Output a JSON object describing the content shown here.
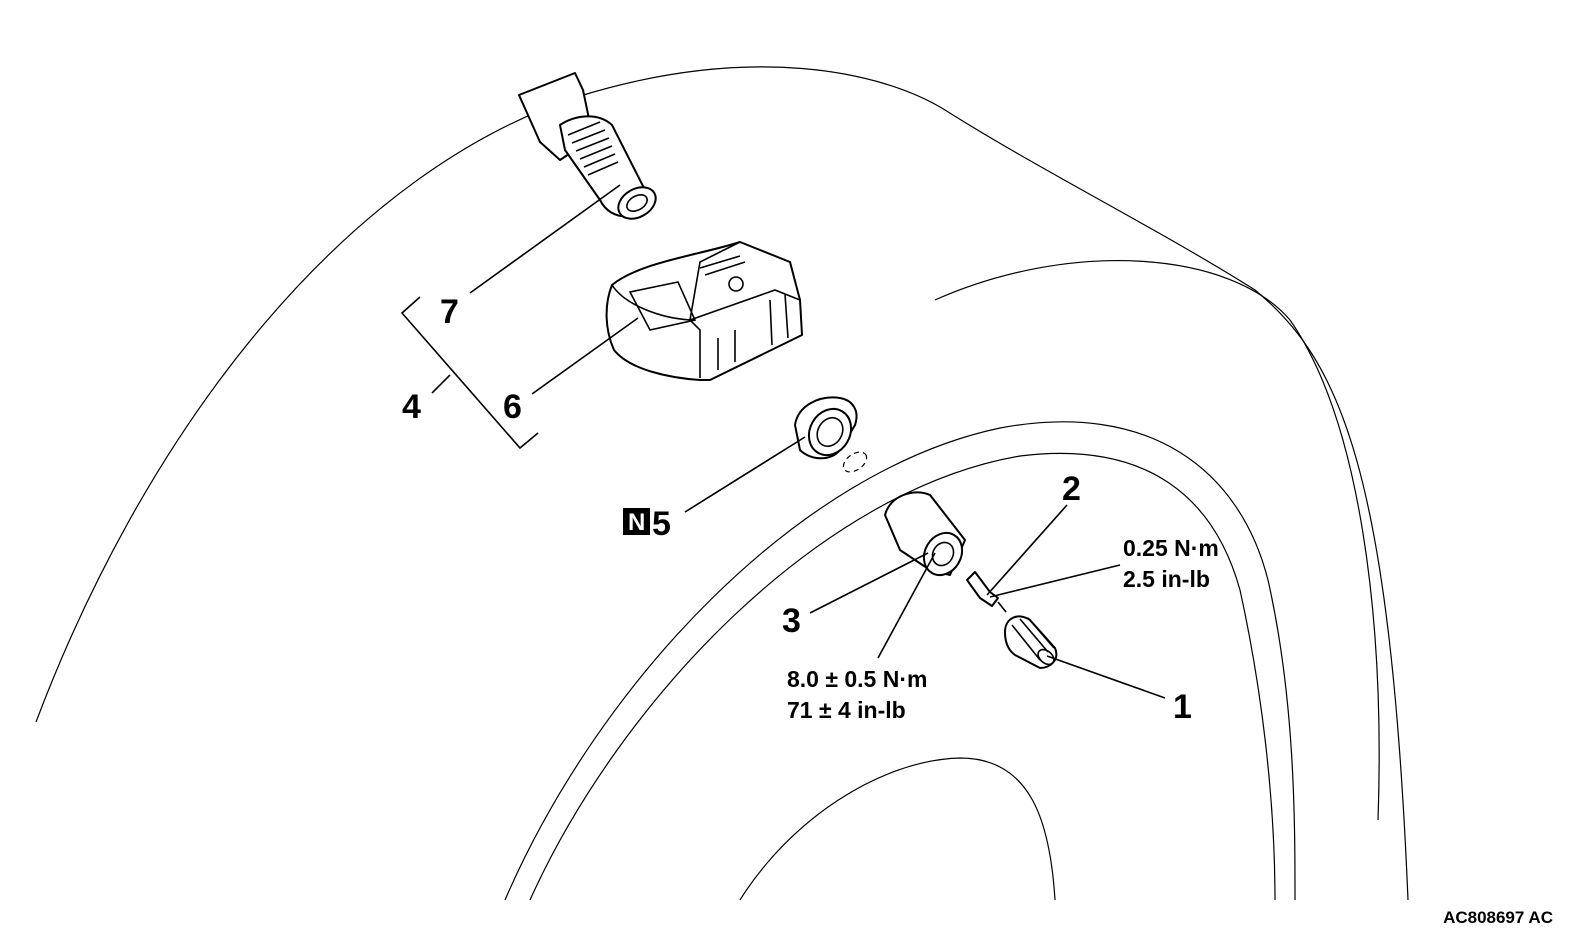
{
  "diagram": {
    "labels": {
      "item1": "1",
      "item2": "2",
      "item3": "3",
      "item4": "4",
      "item5": "5",
      "item6": "6",
      "item7": "7",
      "badge_n": "N"
    },
    "torque": {
      "valve_core_nm": "0.25 N·m",
      "valve_core_inlb": "2.5 in-lb",
      "nut_nm": "8.0 ± 0.5 N·m",
      "nut_inlb": "71 ± 4 in-lb"
    },
    "figure_code": "AC808697 AC"
  }
}
